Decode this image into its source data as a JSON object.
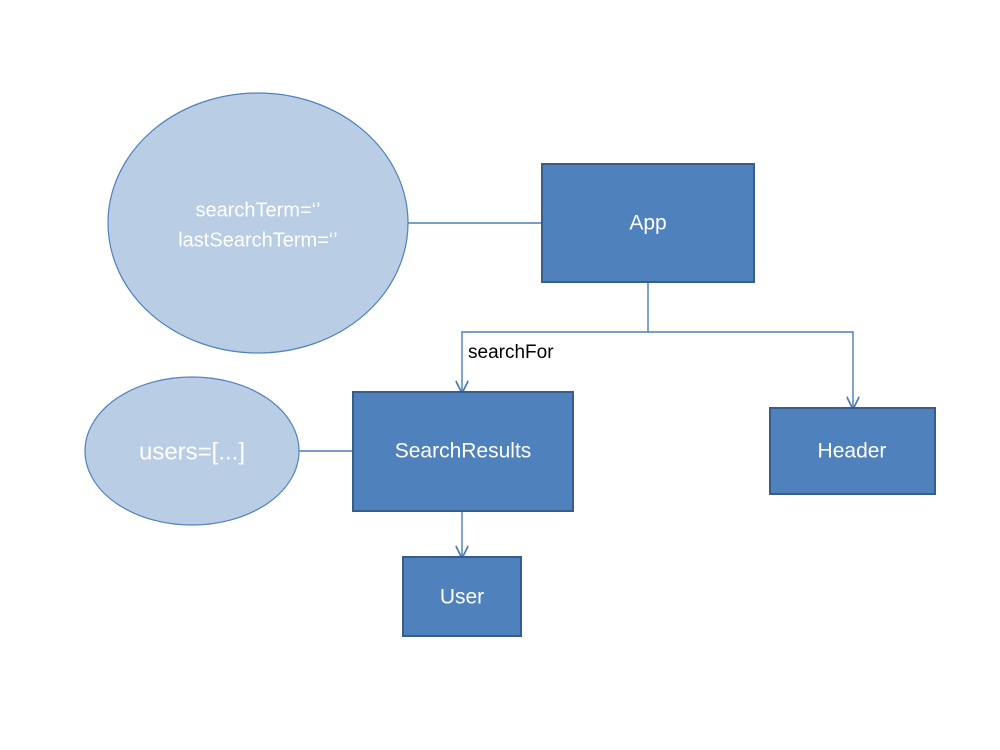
{
  "diagram": {
    "colors": {
      "box_fill": "#4f81bd",
      "box_stroke": "#385d8a",
      "ellipse_fill": "#b9cde5",
      "ellipse_stroke": "#4f81bd",
      "connector": "#4a7ebb",
      "box_text": "#ffffff",
      "ellipse_text": "#ffffff",
      "label_text": "#000000"
    },
    "nodes": {
      "app": {
        "label": "App"
      },
      "search_results": {
        "label": "SearchResults"
      },
      "header": {
        "label": "Header"
      },
      "user": {
        "label": "User"
      }
    },
    "states": {
      "app_state": {
        "lines": [
          "searchTerm=‘’",
          "lastSearchTerm=‘’"
        ]
      },
      "search_results_state": {
        "label": "users=[...]"
      }
    },
    "edges": {
      "app_to_search_results": {
        "label": "searchFor"
      }
    }
  }
}
